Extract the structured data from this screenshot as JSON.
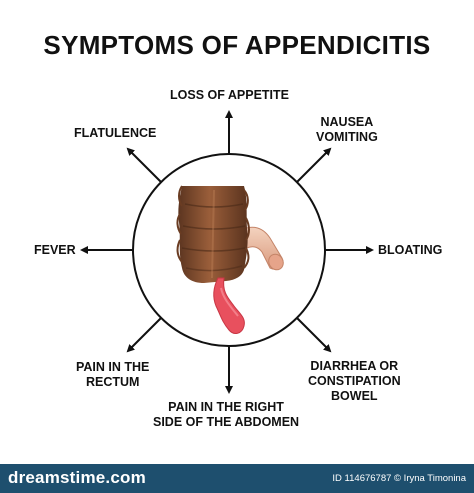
{
  "title": "SYMPTOMS OF APPENDICITIS",
  "symptoms": {
    "loss_of_appetite": "LOSS OF APPETITE",
    "nausea": [
      "NAUSEA",
      "VOMITING"
    ],
    "flatulence": "FLATULENCE",
    "fever": "FEVER",
    "bloating": "BLOATING",
    "pain_rectum": [
      "PAIN IN THE",
      "RECTUM"
    ],
    "diarrhea": [
      "DIARRHEA OR",
      "CONSTIPATION",
      "BOWEL"
    ],
    "pain_right_side": [
      "PAIN IN THE RIGHT",
      "SIDE OF THE ABDOMEN"
    ]
  },
  "footer": {
    "brand": "dreamstime.com",
    "photo_id": "ID 114676787 © Iryna Timonina"
  },
  "colors": {
    "title": "#111111",
    "circle_stroke": "#111111",
    "colon": "#7b4a2c",
    "appendix": "#e8505e",
    "ileum": "#e7b8a0",
    "footer_bg": "#1e4f6e"
  },
  "icons": [
    "arrow-icon",
    "colon-illustration",
    "appendix-illustration",
    "dreamstime-logo-icon"
  ]
}
